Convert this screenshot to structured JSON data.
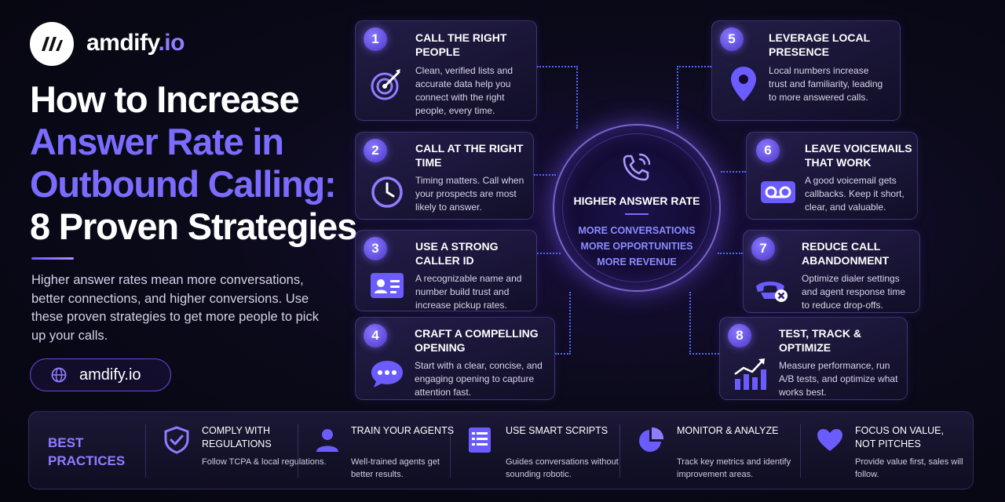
{
  "brand": {
    "name": "amdify",
    "tld": ".io"
  },
  "headline": {
    "line1": "How to Increase",
    "line2": "Answer Rate in",
    "line3": "Outbound Calling:",
    "line4": "8 Proven Strategies"
  },
  "intro": "Higher answer rates mean more conversations, better connections, and higher conversions. Use these proven strategies to get more people to pick up your calls.",
  "site_button": {
    "label": "amdify.io",
    "icon": "globe-icon"
  },
  "center": {
    "title": "HIGHER ANSWER RATE",
    "items": [
      "MORE CONVERSATIONS",
      "MORE OPPORTUNITIES",
      "MORE REVENUE"
    ],
    "icon": "phone-ringing-icon"
  },
  "strategies": [
    {
      "num": "1",
      "title": "CALL THE RIGHT PEOPLE",
      "desc": "Clean, verified lists and accurate data help you connect with the right people, every time.",
      "icon": "target-icon"
    },
    {
      "num": "2",
      "title": "CALL AT THE RIGHT TIME",
      "desc": "Timing matters. Call when your prospects are most likely to answer.",
      "icon": "clock-icon"
    },
    {
      "num": "3",
      "title": "USE A STRONG CALLER ID",
      "desc": "A recognizable name and number build trust and increase pickup rates.",
      "icon": "id-card-icon"
    },
    {
      "num": "4",
      "title": "CRAFT A COMPELLING OPENING",
      "desc": "Start with a clear, concise, and engaging opening to capture attention fast.",
      "icon": "chat-bubble-icon"
    },
    {
      "num": "5",
      "title": "LEVERAGE LOCAL PRESENCE",
      "desc": "Local numbers increase trust and familiarity, leading to more answered calls.",
      "icon": "location-pin-icon"
    },
    {
      "num": "6",
      "title": "LEAVE VOICEMAILS THAT WORK",
      "desc": "A good voicemail gets callbacks. Keep it short, clear, and valuable.",
      "icon": "voicemail-icon"
    },
    {
      "num": "7",
      "title": "REDUCE CALL ABANDONMENT",
      "desc": "Optimize dialer settings and agent response time to reduce drop-offs.",
      "icon": "phone-cancel-icon"
    },
    {
      "num": "8",
      "title": "TEST, TRACK & OPTIMIZE",
      "desc": "Measure performance, run A/B tests, and optimize what works best.",
      "icon": "growth-chart-icon"
    }
  ],
  "best_practices": {
    "label_line1": "BEST",
    "label_line2": "PRACTICES",
    "items": [
      {
        "title": "COMPLY WITH REGULATIONS",
        "desc": "Follow TCPA & local regulations.",
        "icon": "shield-check-icon"
      },
      {
        "title": "TRAIN YOUR AGENTS",
        "desc": "Well-trained agents get better results.",
        "icon": "person-icon"
      },
      {
        "title": "USE SMART SCRIPTS",
        "desc": "Guides conversations without sounding robotic.",
        "icon": "script-list-icon"
      },
      {
        "title": "MONITOR & ANALYZE",
        "desc": "Track key metrics and identify improvement areas.",
        "icon": "pie-chart-icon"
      },
      {
        "title": "FOCUS ON VALUE, NOT PITCHES",
        "desc": "Provide value first, sales will follow.",
        "icon": "heart-icon"
      }
    ]
  },
  "colors": {
    "accent": "#7b6cff",
    "icon": "#8f7dff",
    "background": "#0b0a1a",
    "connector": "#4d6bff"
  }
}
